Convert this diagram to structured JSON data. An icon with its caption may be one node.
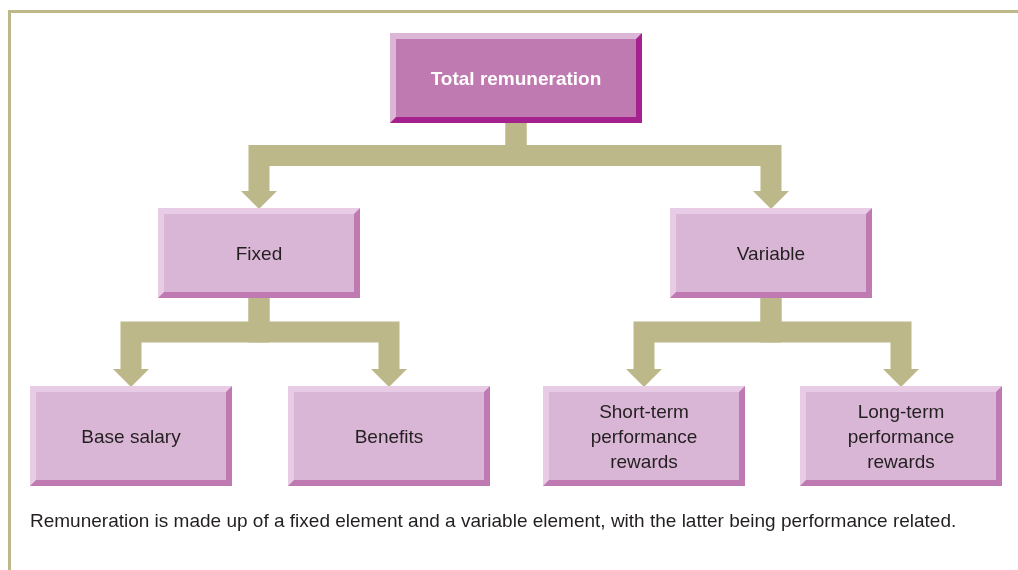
{
  "diagram": {
    "caption": "Remuneration is made up of a fixed element and a variable element, with the latter being performance related.",
    "nodes": [
      {
        "text": [
          "Total remuneration"
        ]
      },
      {
        "text": [
          "Fixed"
        ]
      },
      {
        "text": [
          "Variable"
        ]
      },
      {
        "text": [
          "Base salary"
        ]
      },
      {
        "text": [
          "Benefits"
        ]
      },
      {
        "text": [
          "Short-term performance rewards"
        ]
      },
      {
        "text": [
          "Long-term performance rewards"
        ]
      }
    ],
    "edges": [
      {
        "from": 0,
        "to": 1,
        "arrow": "to"
      },
      {
        "from": 0,
        "to": 2,
        "arrow": "to"
      },
      {
        "from": 1,
        "to": 3,
        "arrow": "to"
      },
      {
        "from": 1,
        "to": 4,
        "arrow": "to"
      },
      {
        "from": 2,
        "to": 5,
        "arrow": "to"
      },
      {
        "from": 2,
        "to": 6,
        "arrow": "to"
      }
    ]
  }
}
